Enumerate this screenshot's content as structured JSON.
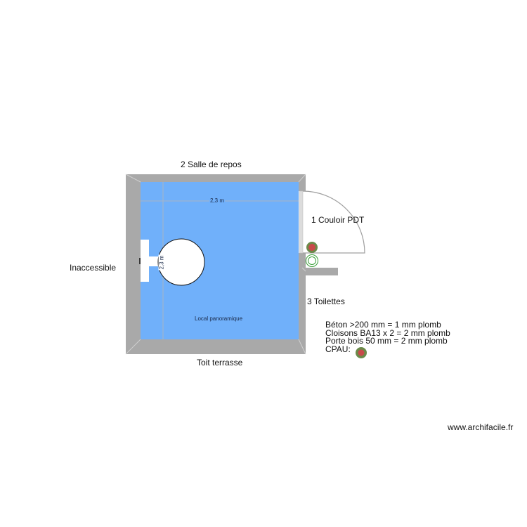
{
  "plan": {
    "colors": {
      "wall": "#a9a9a9",
      "wall_bevel": "#d6d6d6",
      "room_fill": "#70b0fa",
      "dimension_line": "#a0a0a0",
      "door_arc": "#a0a0a0",
      "door_panel": "#dcdcdc",
      "marker_fill": "#c84a4a",
      "marker_ring": "#6b8a4a",
      "green_ring": "#3aa03a",
      "white": "#ffffff"
    },
    "room": {
      "name": "Local panoramique",
      "width_dimension": "2,3 m",
      "height_dimension": "2,3 m"
    },
    "adjacent_labels": {
      "top": "2 Salle de repos",
      "left": "Inaccessible",
      "right_top": "1 Couloir PDT",
      "right_bottom": "3 Toilettes",
      "bottom": "Toit terrasse"
    },
    "legend": {
      "lines": [
        "Béton >200 mm = 1 mm plomb",
        "Cloisons BA13 x 2 = 2 mm plomb",
        "Porte bois 50 mm = 2 mm plomb",
        "CPAU:"
      ]
    },
    "watermark": "www.archifacile.fr"
  }
}
